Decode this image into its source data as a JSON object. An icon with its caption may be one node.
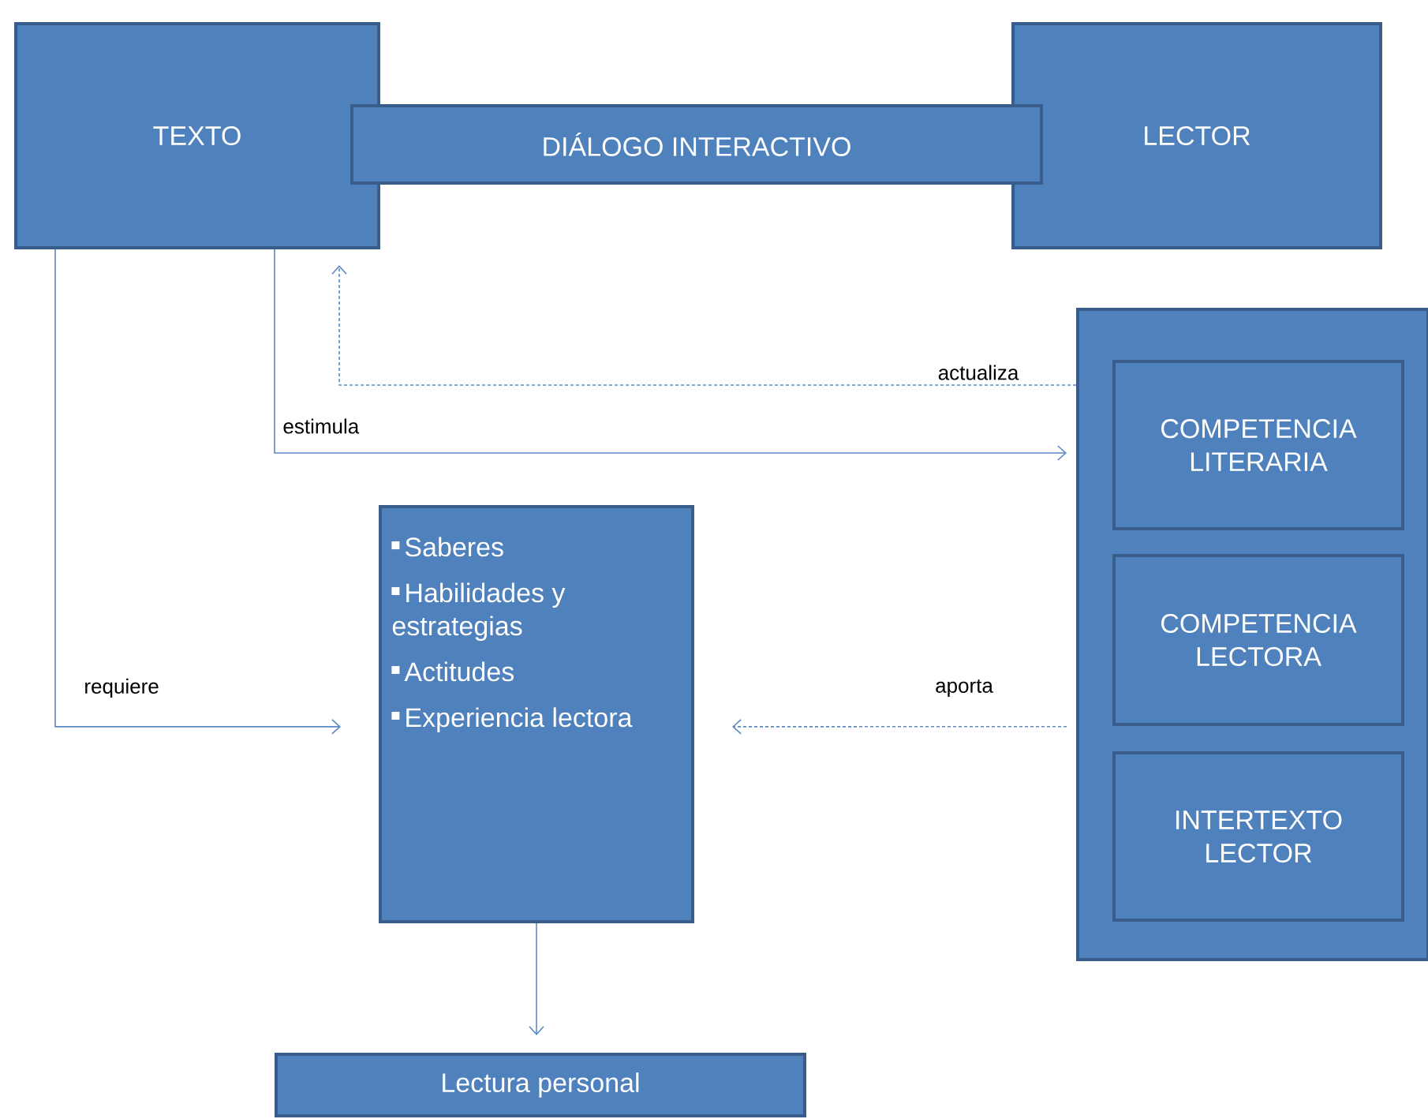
{
  "diagram": {
    "nodes": [
      {
        "text": [
          "TEXTO"
        ]
      },
      {
        "text": [
          "DIÁLOGO INTERACTIVO"
        ]
      },
      {
        "text": [
          "LECTOR"
        ]
      },
      {
        "text": [],
        "shape": "box"
      },
      {
        "text": [
          "COMPETENCIA LITERARIA"
        ],
        "in": 3
      },
      {
        "text": [
          "COMPETENCIA LECTORA"
        ],
        "in": 3
      },
      {
        "text": [
          "INTERTEXTO LECTOR"
        ],
        "in": 3
      },
      {
        "text": [
          "Saberes",
          "Habilidades y estrategias",
          "Actitudes",
          "Experiencia lectora"
        ]
      },
      {
        "text": [
          "Lectura personal"
        ]
      }
    ],
    "edges": [
      {
        "from": 0,
        "to": 7,
        "arrow": "to",
        "label": "requiere"
      },
      {
        "from": 0,
        "to": 3,
        "arrow": "to",
        "label": "estimula"
      },
      {
        "from": 3,
        "to": 0,
        "arrow": "to",
        "label": "actualiza",
        "style": "dashed"
      },
      {
        "from": 3,
        "to": 7,
        "arrow": "to",
        "label": "aporta",
        "style": "dashed"
      },
      {
        "from": 7,
        "to": 8,
        "arrow": "to"
      }
    ]
  }
}
